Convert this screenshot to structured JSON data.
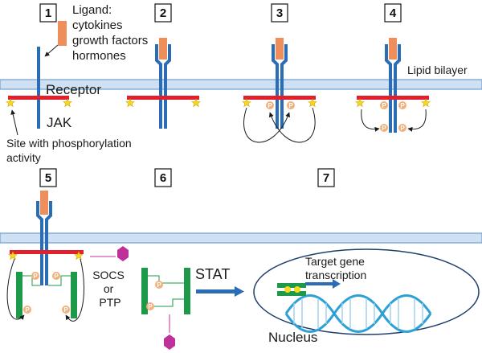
{
  "steps": [
    "1",
    "2",
    "3",
    "4",
    "5",
    "6",
    "7"
  ],
  "labels": {
    "ligand_lines": [
      "Ligand:",
      "cytokines",
      "growth factors",
      "hormones"
    ],
    "receptor": "Receptor",
    "jak": "JAK",
    "site_lines": [
      "Site with phosphorylation",
      "activity"
    ],
    "lipid_bilayer": "Lipid bilayer",
    "socs_ptp_lines": [
      "SOCS",
      "or",
      "PTP"
    ],
    "stat": "STAT",
    "target_lines": [
      "Target gene",
      "transcription"
    ],
    "nucleus": "Nucleus",
    "phospho_mark": "P"
  },
  "colors": {
    "membrane_fill": "#cfe0f2",
    "membrane_stroke": "#6d9fd1",
    "receptor": "#2b6db4",
    "ligand": "#ee8f5b",
    "jak": "#e0202c",
    "site": "#f8d81f",
    "phospho": "#f2b07a",
    "stat": "#1c9a4a",
    "socs": "#c0309a",
    "arrow": "#2b6db4",
    "dna": "#2da0d6"
  }
}
